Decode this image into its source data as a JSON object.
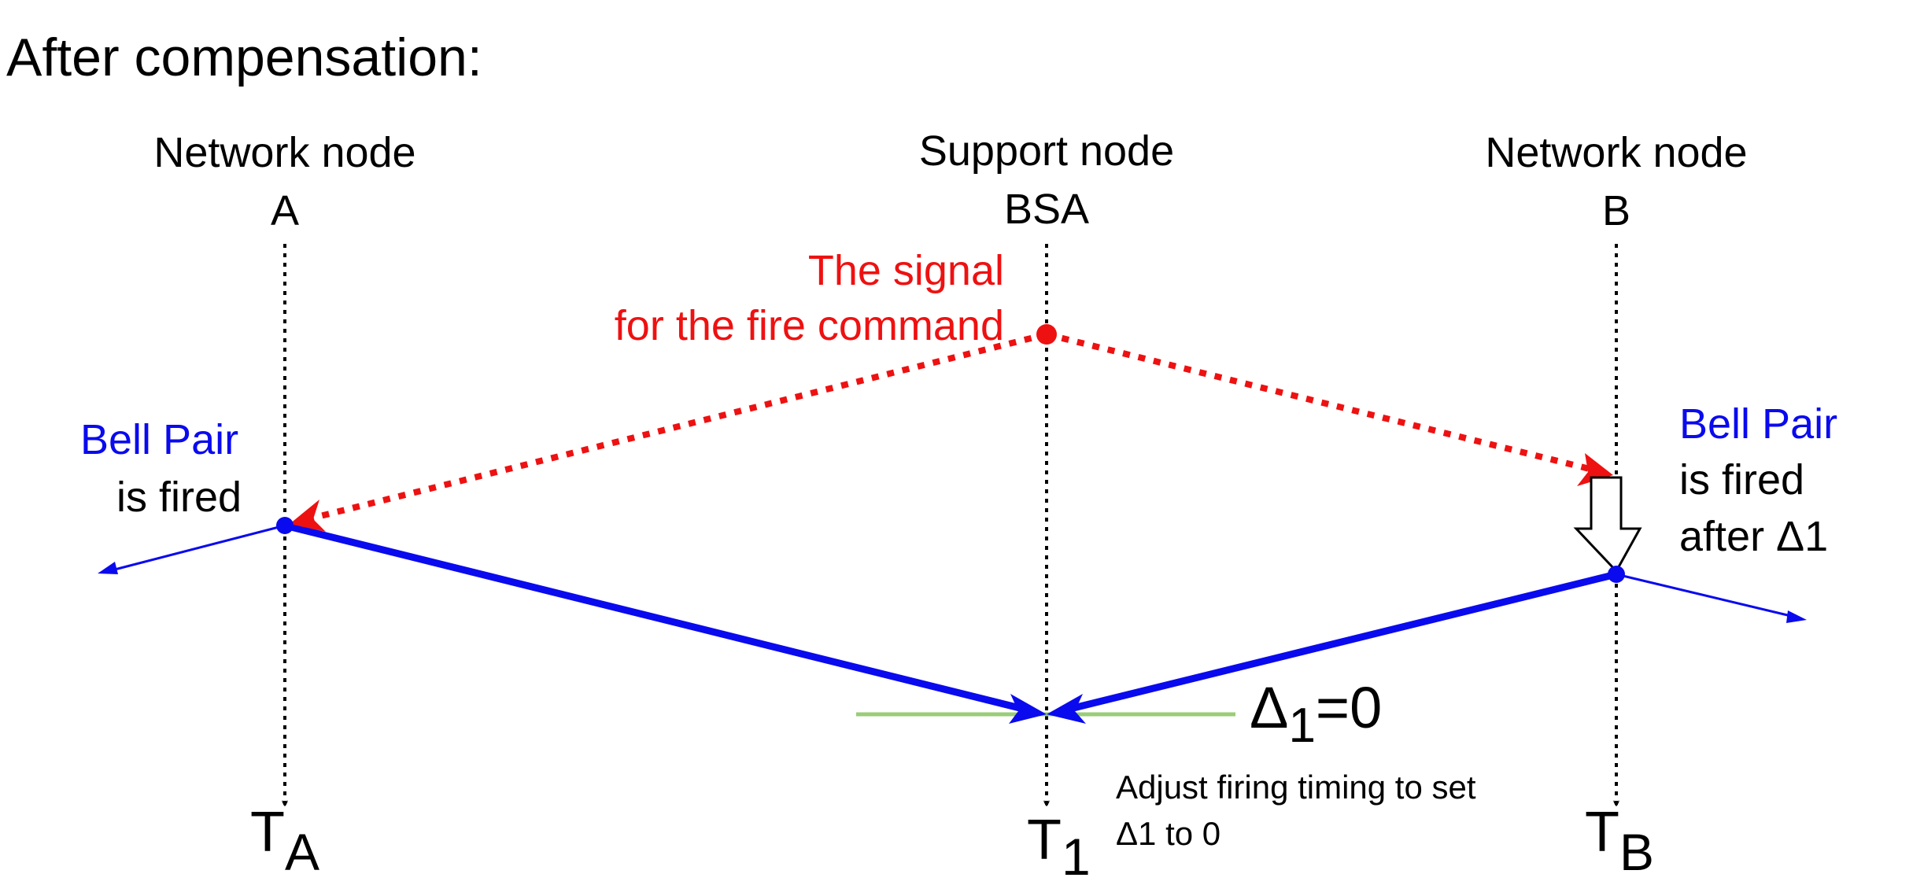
{
  "title": "After compensation:",
  "nodes": {
    "a": {
      "type_label": "Network node",
      "name": "A",
      "time_label": "T",
      "time_sub": "A"
    },
    "bsa": {
      "type_label": "Support node",
      "name": "BSA",
      "time_label": "T",
      "time_sub": "1"
    },
    "b": {
      "type_label": "Network node",
      "name": "B",
      "time_label": "T",
      "time_sub": "B"
    }
  },
  "signal": {
    "line1": "The signal",
    "line2": "for the fire command"
  },
  "left_event": {
    "bell_pair": "Bell Pair",
    "fired": "is fired"
  },
  "right_event": {
    "bell_pair": "Bell Pair",
    "fired": "is fired",
    "after": "after Δ1"
  },
  "delta": {
    "symbol": "Δ",
    "sub": "1",
    "value": "=0"
  },
  "note": {
    "line1": "Adjust firing timing to set",
    "line2": "Δ1 to 0"
  },
  "colors": {
    "red": "#ee1111",
    "blue": "#0a0aee",
    "green": "#99cc77",
    "black": "#000000"
  }
}
